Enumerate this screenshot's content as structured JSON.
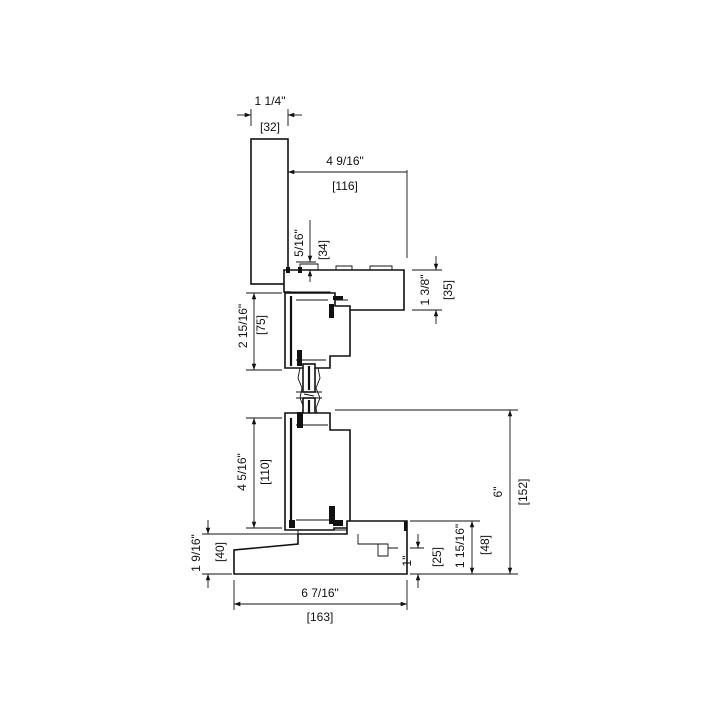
{
  "dimensions": {
    "top_width_in": "1 1/4\"",
    "top_width_mm": "[32]",
    "head_depth_in": "4 9/16\"",
    "head_depth_mm": "[116]",
    "head_offset_in": "5/16\"",
    "head_offset_mm": "[34]",
    "head_height_in": "1 3/8\"",
    "head_height_mm": "[35]",
    "upper_rail_in": "2 15/16\"",
    "upper_rail_mm": "[75]",
    "lower_rail_in": "4 5/16\"",
    "lower_rail_mm": "[110]",
    "sill_nose_in": "1 9/16\"",
    "sill_nose_mm": "[40]",
    "sill_width_in": "6 7/16\"",
    "sill_width_mm": "[163]",
    "sill_step_in": "1\"",
    "sill_step_mm": "[25]",
    "sill_height_in": "1 15/16\"",
    "sill_height_mm": "[48]",
    "total_height_in": "6\"",
    "total_height_mm": "[152]"
  },
  "colors": {
    "line": "#111111",
    "background": "#ffffff"
  }
}
